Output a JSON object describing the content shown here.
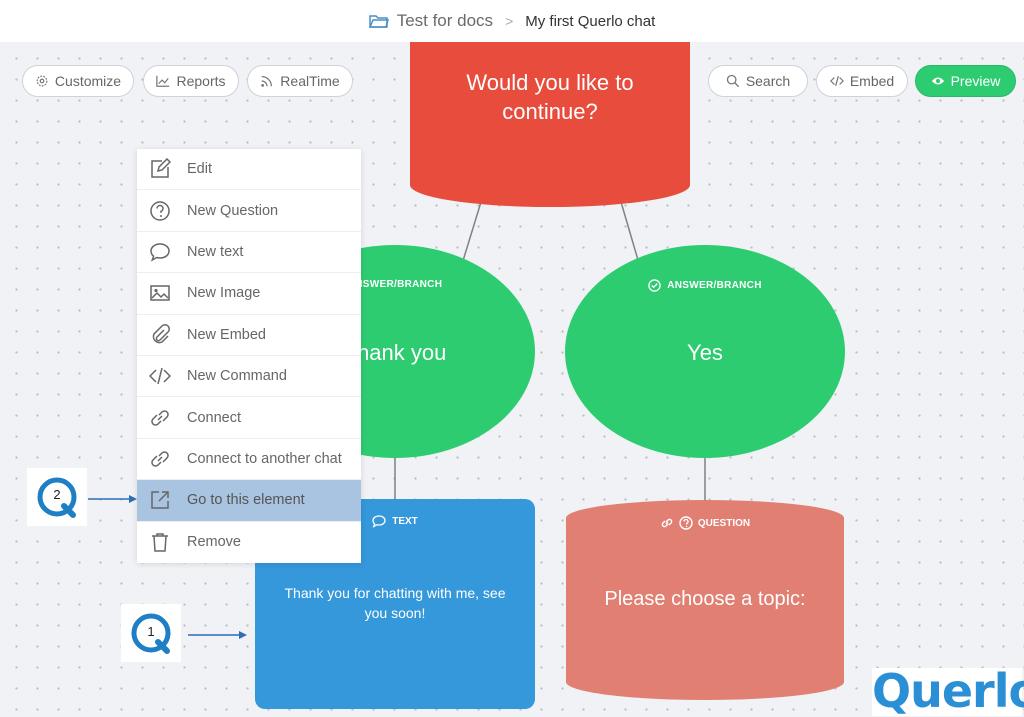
{
  "header": {
    "folder_icon": "folder-open-icon",
    "doc_title": "Test for docs",
    "separator": ">",
    "chat_title": "My first Querlo chat"
  },
  "toolbar_left": [
    {
      "label": "Customize",
      "icon": "gear-icon"
    },
    {
      "label": "Reports",
      "icon": "chart-line-icon"
    },
    {
      "label": "RealTime",
      "icon": "rss-icon"
    }
  ],
  "toolbar_right": {
    "search_label": "Search",
    "embed_label": "Embed",
    "preview_label": "Preview"
  },
  "nodes": {
    "question_top": {
      "text": "Would you like to continue?"
    },
    "answer_left": {
      "tag": "ANSWER/BRANCH",
      "text": "Thank you"
    },
    "answer_right": {
      "tag": "ANSWER/BRANCH",
      "text": "Yes"
    },
    "text_node": {
      "tag": "TEXT",
      "text": "Thank you for chatting with me, see you soon!"
    },
    "question_bottom": {
      "tag": "QUESTION",
      "text": "Please choose a topic:"
    }
  },
  "context_menu": {
    "items": [
      {
        "label": "Edit",
        "icon": "edit-icon"
      },
      {
        "label": "New Question",
        "icon": "question-circle-icon"
      },
      {
        "label": "New text",
        "icon": "comment-icon"
      },
      {
        "label": "New Image",
        "icon": "image-icon"
      },
      {
        "label": "New Embed",
        "icon": "paperclip-icon"
      },
      {
        "label": "New Command",
        "icon": "code-icon"
      },
      {
        "label": "Connect",
        "icon": "link-icon"
      },
      {
        "label": "Connect to another chat",
        "icon": "link-icon"
      },
      {
        "label": "Go to this element",
        "icon": "external-link-icon"
      },
      {
        "label": "Remove",
        "icon": "trash-icon"
      }
    ],
    "active_index": 8
  },
  "callouts": {
    "one": "1",
    "two": "2"
  },
  "brand": {
    "logo": "Querlo"
  },
  "colors": {
    "red": "#e74c3c",
    "green": "#2ecc71",
    "blue": "#3498db",
    "salmon": "#e07f72",
    "brand_blue": "#2b8fd6"
  }
}
